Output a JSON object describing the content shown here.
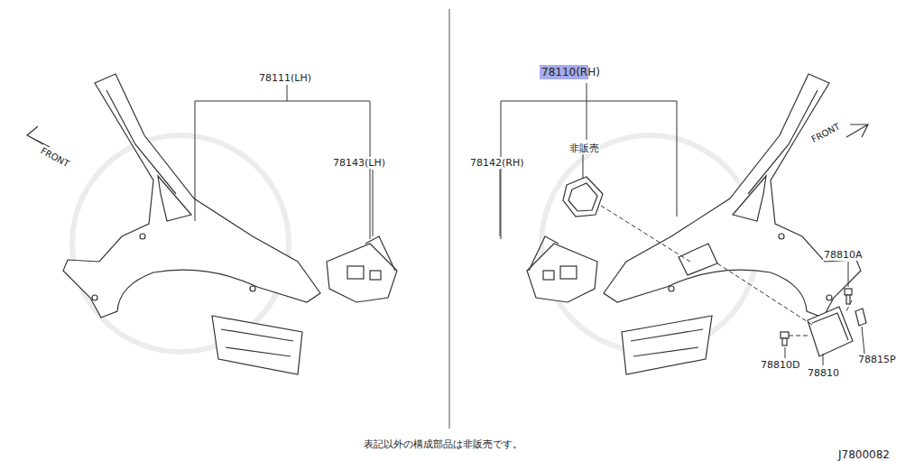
{
  "diagram": {
    "nodes": [
      {
        "text": [
          "78110(RH)"
        ]
      }
    ],
    "labels": [
      "78111(LH)",
      "78143(LH)",
      "78142(RH)",
      "非販売",
      "FRONT",
      "FRONT",
      "78810A",
      "78815P",
      "78810D",
      "78810",
      "表記以外の構成部品は非販売です。",
      "J7800082"
    ]
  }
}
